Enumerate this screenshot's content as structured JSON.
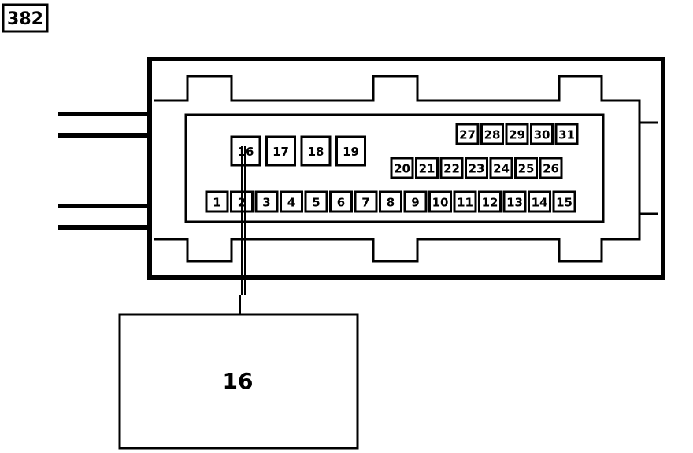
{
  "figure_tag": "382",
  "callout": {
    "label": "16"
  },
  "connector": {
    "pins_row_top": [
      "27",
      "28",
      "29",
      "30",
      "31"
    ],
    "pins_row_middle": [
      "20",
      "21",
      "22",
      "23",
      "24",
      "25",
      "26"
    ],
    "pins_large": [
      "16",
      "17",
      "18",
      "19"
    ],
    "pins_row_bottom": [
      "1",
      "2",
      "3",
      "4",
      "5",
      "6",
      "7",
      "8",
      "9",
      "10",
      "11",
      "12",
      "13",
      "14",
      "15"
    ]
  }
}
